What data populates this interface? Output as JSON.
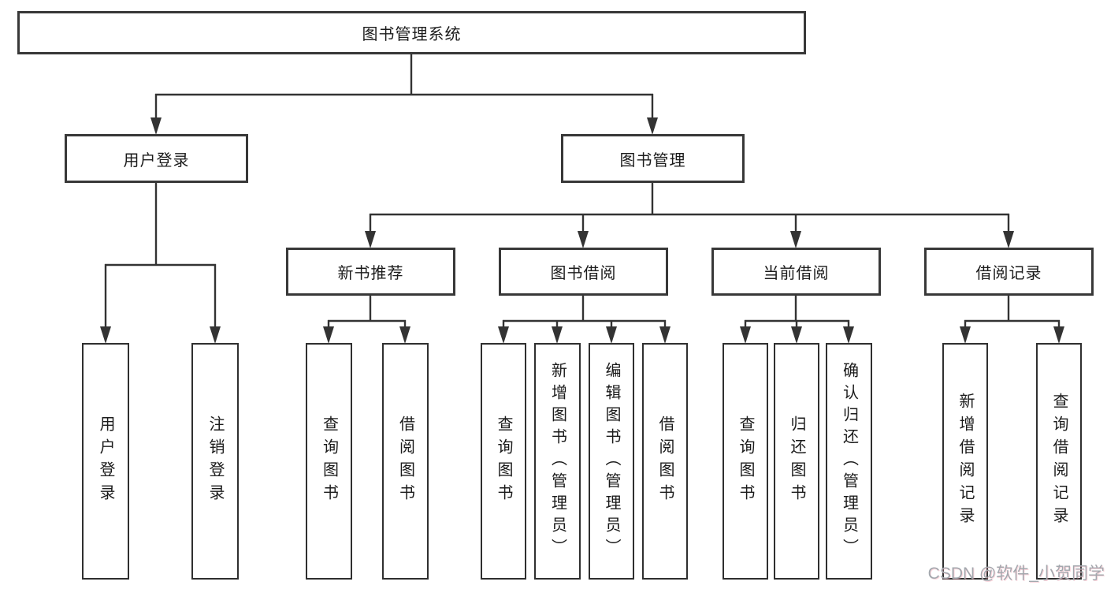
{
  "watermark": {
    "text": "CSDN @软件_小贺同学"
  },
  "colors": {
    "background": "#ffffff",
    "line": "#333333",
    "box_border": "#383838",
    "text": "#1b1b1b",
    "watermark": "#a3a8ae"
  },
  "tree": {
    "root": {
      "label": "图书管理系统"
    },
    "branches": [
      {
        "label": "用户登录",
        "children": [
          {
            "label": "用户登录"
          },
          {
            "label": "注销登录"
          }
        ]
      },
      {
        "label": "图书管理",
        "sections": [
          {
            "label": "新书推荐",
            "children": [
              {
                "label": "查询图书"
              },
              {
                "label": "借阅图书"
              }
            ]
          },
          {
            "label": "图书借阅",
            "children": [
              {
                "label": "查询图书"
              },
              {
                "label": "新增图书（管理员）"
              },
              {
                "label": "编辑图书（管理员）"
              },
              {
                "label": "借阅图书"
              }
            ]
          },
          {
            "label": "当前借阅",
            "children": [
              {
                "label": "查询图书"
              },
              {
                "label": "归还图书"
              },
              {
                "label": "确认归还（管理员）"
              }
            ]
          },
          {
            "label": "借阅记录",
            "children": [
              {
                "label": "新增借阅记录"
              },
              {
                "label": "查询借阅记录"
              }
            ]
          }
        ]
      }
    ]
  }
}
